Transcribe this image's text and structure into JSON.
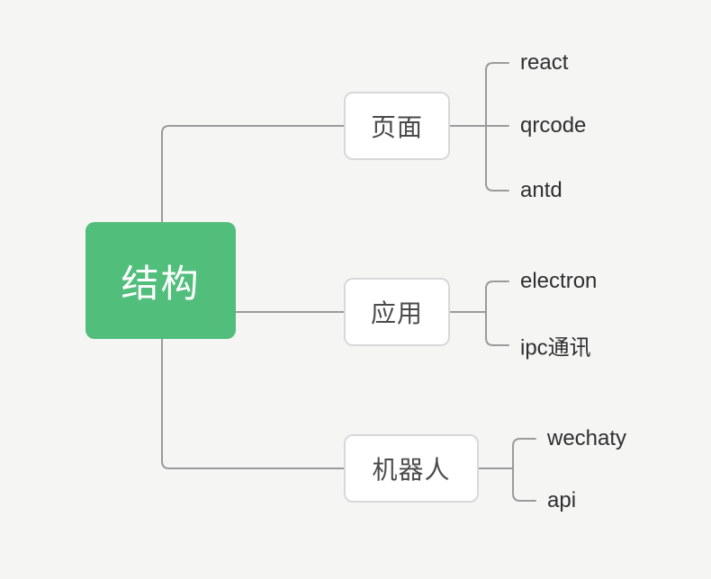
{
  "mindmap": {
    "root": {
      "label": "结构"
    },
    "branches": [
      {
        "label": "页面",
        "children": [
          {
            "label": "react"
          },
          {
            "label": "qrcode"
          },
          {
            "label": "antd"
          }
        ]
      },
      {
        "label": "应用",
        "children": [
          {
            "label": "electron"
          },
          {
            "label": "ipc通讯"
          }
        ]
      },
      {
        "label": "机器人",
        "children": [
          {
            "label": "wechaty"
          },
          {
            "label": "api"
          }
        ]
      }
    ]
  },
  "colors": {
    "background": "#f5f5f4",
    "root_node_bg": "#52be7c",
    "root_node_text": "#ffffff",
    "branch_node_bg": "#ffffff",
    "branch_node_border": "#d8d8d8",
    "branch_node_text": "#4a4a4a",
    "leaf_text": "#2f2f2f",
    "connector_line": "#9b9b9b"
  }
}
